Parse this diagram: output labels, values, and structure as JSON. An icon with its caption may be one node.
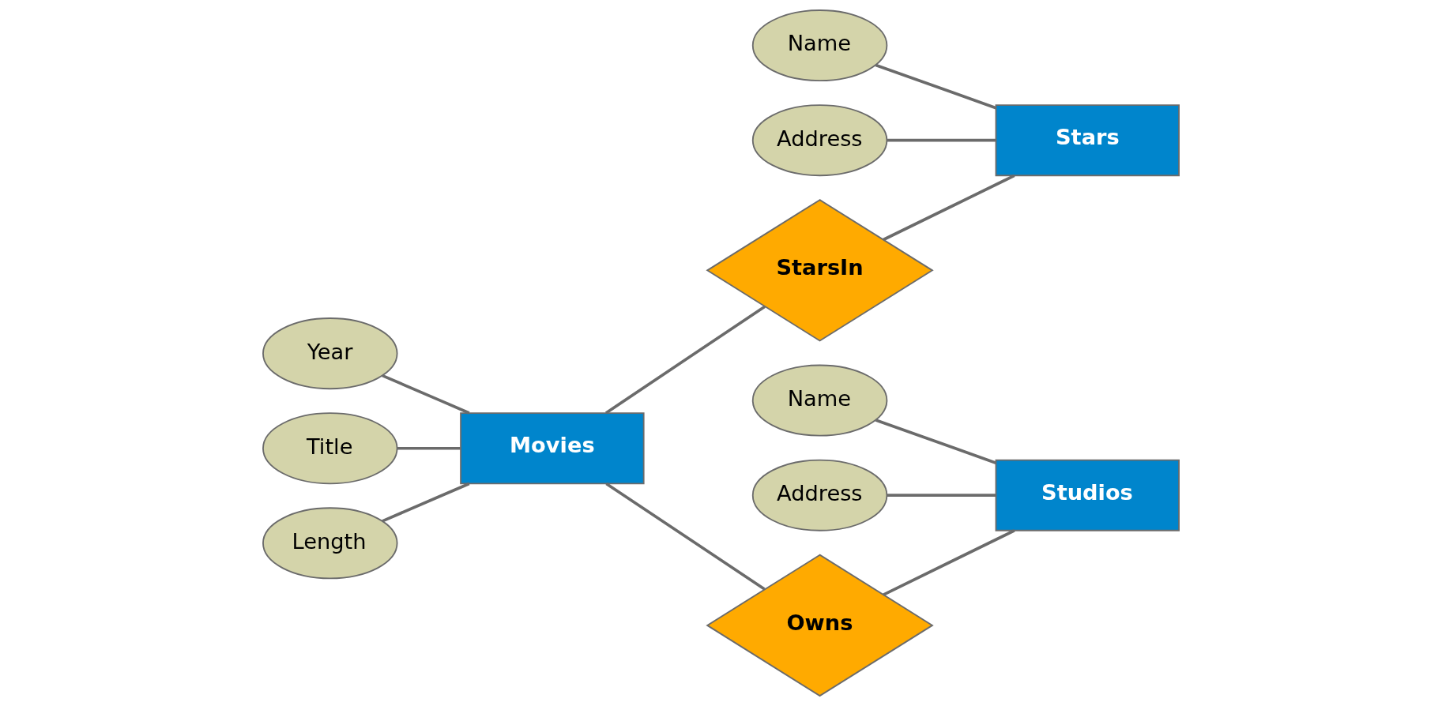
{
  "diagram": {
    "nodes": [
      {
        "text": [
          "Name"
        ]
      },
      {
        "text": [
          "Address"
        ]
      },
      {
        "text": [
          "Year"
        ]
      },
      {
        "text": [
          "Title"
        ]
      },
      {
        "text": [
          "Length"
        ]
      },
      {
        "text": [
          "StarsIn"
        ]
      },
      {
        "text": [
          "Stars"
        ]
      },
      {
        "text": [
          "Movies"
        ]
      },
      {
        "text": [
          "Name"
        ]
      },
      {
        "text": [
          "Address"
        ]
      },
      {
        "text": [
          "Studios"
        ]
      },
      {
        "text": [
          "Owns"
        ]
      }
    ],
    "edges": [
      {
        "from": 0,
        "to": 6,
        "arrow": "none"
      },
      {
        "from": 1,
        "to": 6,
        "arrow": "none"
      },
      {
        "from": 3,
        "to": 7,
        "arrow": "none"
      },
      {
        "from": 2,
        "to": 7,
        "arrow": "none"
      },
      {
        "from": 4,
        "to": 7,
        "arrow": "none"
      },
      {
        "from": 7,
        "to": 5,
        "arrow": "none"
      },
      {
        "from": 5,
        "to": 6,
        "arrow": "none"
      },
      {
        "from": 7,
        "to": 11,
        "arrow": "none"
      },
      {
        "from": 11,
        "to": 10,
        "arrow": "none"
      },
      {
        "from": 8,
        "to": 10,
        "arrow": "none"
      },
      {
        "from": 9,
        "to": 10,
        "arrow": "none"
      }
    ]
  }
}
